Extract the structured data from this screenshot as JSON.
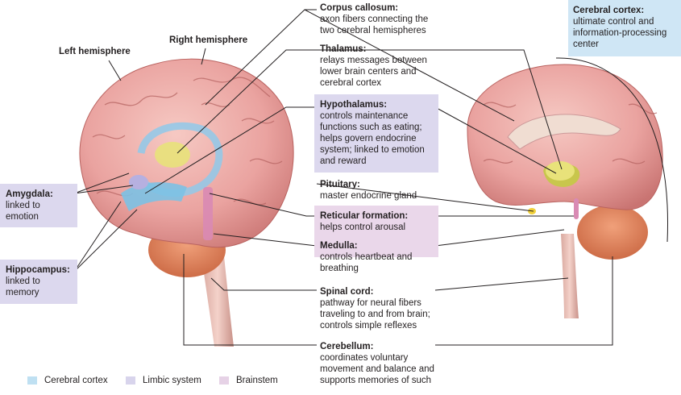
{
  "hemispheres": {
    "left": "Left hemisphere",
    "right": "Right hemisphere"
  },
  "labels": {
    "corpus_callosum": {
      "title": "Corpus callosum:",
      "desc": "axon fibers connecting the two cerebral hemispheres"
    },
    "thalamus": {
      "title": "Thalamus:",
      "desc": "relays messages between lower brain centers and cerebral cortex"
    },
    "hypothalamus": {
      "title": "Hypothalamus:",
      "desc": "controls maintenance functions such as eating; helps govern endocrine system; linked to emotion and reward"
    },
    "pituitary": {
      "title": "Pituitary:",
      "desc": "master endocrine gland"
    },
    "reticular": {
      "title": "Reticular formation:",
      "desc": "helps control arousal"
    },
    "medulla": {
      "title": "Medulla:",
      "desc": "controls heartbeat and breathing"
    },
    "spinal_cord": {
      "title": "Spinal cord:",
      "desc": "pathway for neural fibers traveling to and from brain; controls simple reflexes"
    },
    "cerebellum": {
      "title": "Cerebellum:",
      "desc": "coordinates voluntary movement and balance and supports memories of such"
    },
    "cerebral_cortex": {
      "title": "Cerebral cortex:",
      "desc": "ultimate control and information-processing center"
    },
    "amygdala": {
      "title": "Amygdala:",
      "desc": "linked to emotion"
    },
    "hippocampus": {
      "title": "Hippocampus:",
      "desc": "linked to memory"
    }
  },
  "legend": [
    {
      "label": "Cerebral cortex",
      "color": "#bfe0f2"
    },
    {
      "label": "Limbic system",
      "color": "#d8d4ec"
    },
    {
      "label": "Brainstem",
      "color": "#e6d2e6"
    }
  ],
  "colors": {
    "brain_pink": "#e8a3a1",
    "cerebellum": "#e98a62",
    "hippocampus_blue": "#7cc1e4",
    "thalamus_yellow": "#e8e27a",
    "line": "#231f20"
  }
}
